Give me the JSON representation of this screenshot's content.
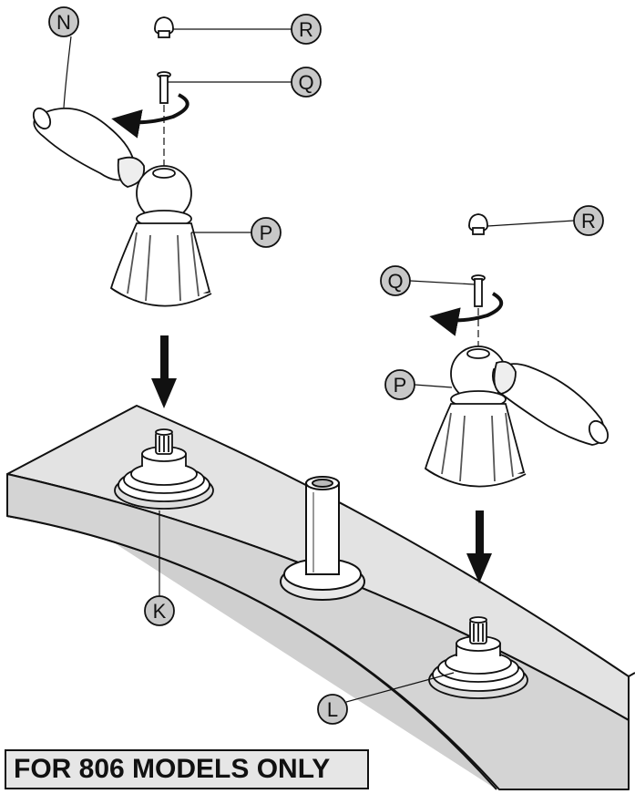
{
  "callouts": {
    "n": "N",
    "r_left": "R",
    "q_left": "Q",
    "p_left": "P",
    "r_right": "R",
    "q_right": "Q",
    "p_right": "P",
    "k": "K",
    "l": "L"
  },
  "footer": {
    "label": "FOR 806 MODELS ONLY"
  },
  "colors": {
    "callout_fill": "#c8c8c8",
    "deck_top": "#e3e3e3",
    "deck_side": "#cfcfcf",
    "outline": "#111111"
  }
}
